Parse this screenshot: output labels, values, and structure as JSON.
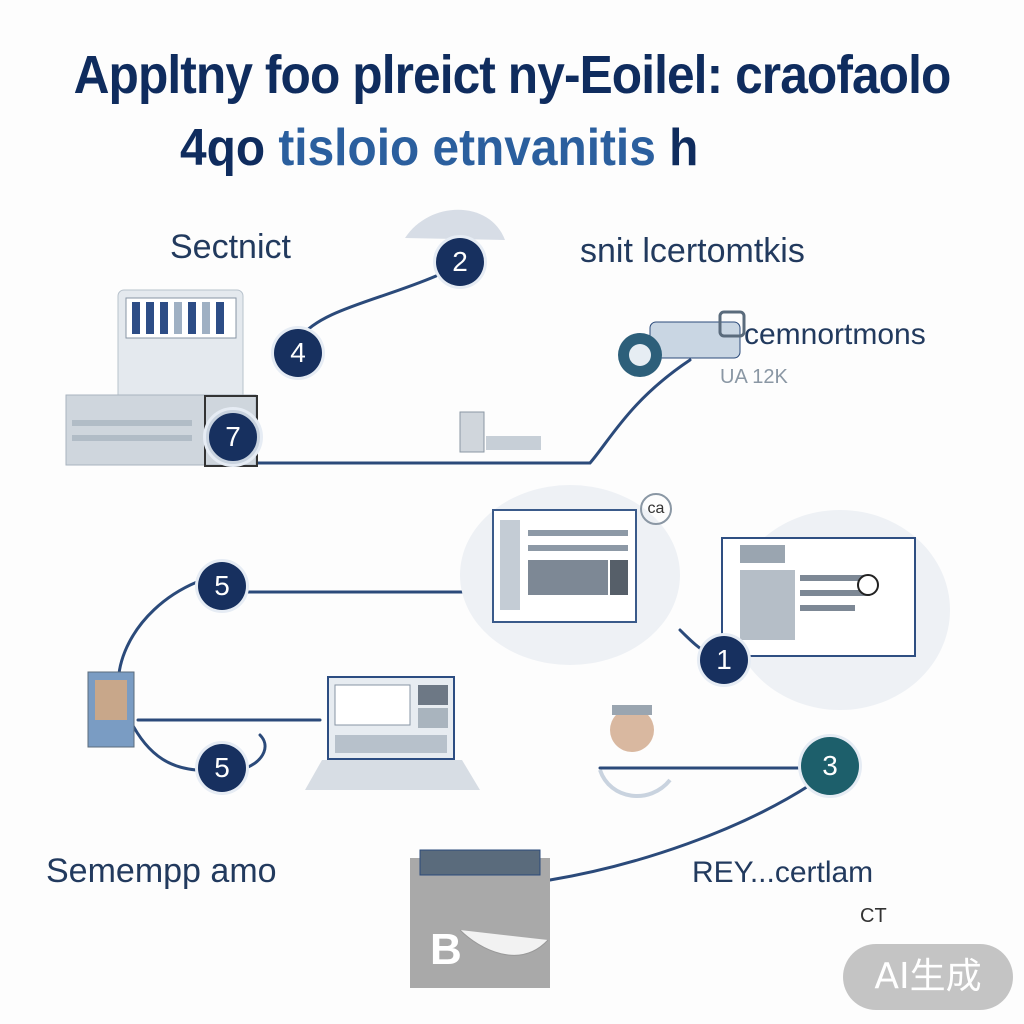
{
  "title": {
    "line1": "Appltny foo plreict ny-Eoilel: craofaolo",
    "line2_dark": "4qo",
    "line2_light": "tisloio etnvanitis",
    "line2_end": "h"
  },
  "labels": {
    "top_left": "Sectnict",
    "top_right": "snit lcertomtkis",
    "right_mid": "cemnortmons",
    "right_sub": "UA  12K",
    "bottom_left": "Semempp amo",
    "bottom_right": "REY...certlam",
    "bottom_right_sub": "CT",
    "laptop_tag": "ca",
    "box_letter": "B"
  },
  "badges": {
    "b2": "2",
    "b4": "4",
    "b7": "7",
    "b5a": "5",
    "b1": "1",
    "b5b": "5",
    "b3": "3"
  },
  "watermark": "AI生成",
  "colors": {
    "navy": "#17305f",
    "teal": "#1d5f6b",
    "line": "#2b4a7a"
  }
}
